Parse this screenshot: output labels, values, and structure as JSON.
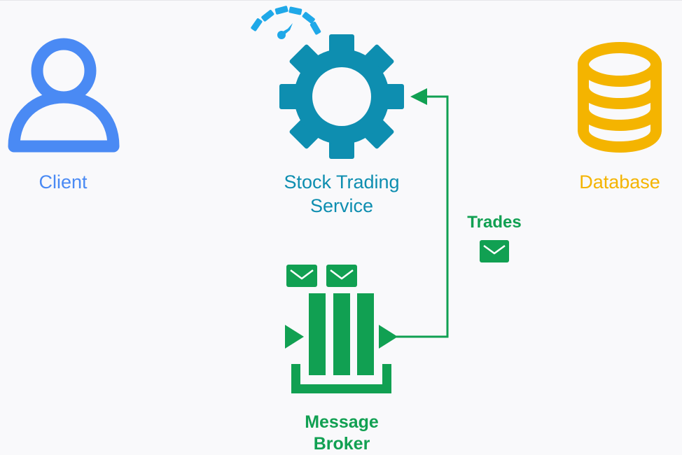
{
  "nodes": {
    "client": {
      "label": "Client",
      "icon": "person-icon",
      "color": "#4a8af4"
    },
    "service": {
      "label_line1": "Stock Trading",
      "label_line2": "Service",
      "icon": "gear-icon",
      "color": "#0e8eb0"
    },
    "database": {
      "label": "Database",
      "icon": "database-icon",
      "color": "#f4b400"
    },
    "broker": {
      "label_line1": "Message",
      "label_line2": "Broker",
      "icon": "message-queue-icon",
      "color": "#11a052"
    }
  },
  "edges": {
    "trades": {
      "label": "Trades",
      "from": "broker",
      "to": "service",
      "icon": "envelope-icon",
      "color": "#11a052"
    }
  },
  "decorations": {
    "speedometer": {
      "icon": "speedometer-icon",
      "color": "#1fa8e8"
    }
  }
}
